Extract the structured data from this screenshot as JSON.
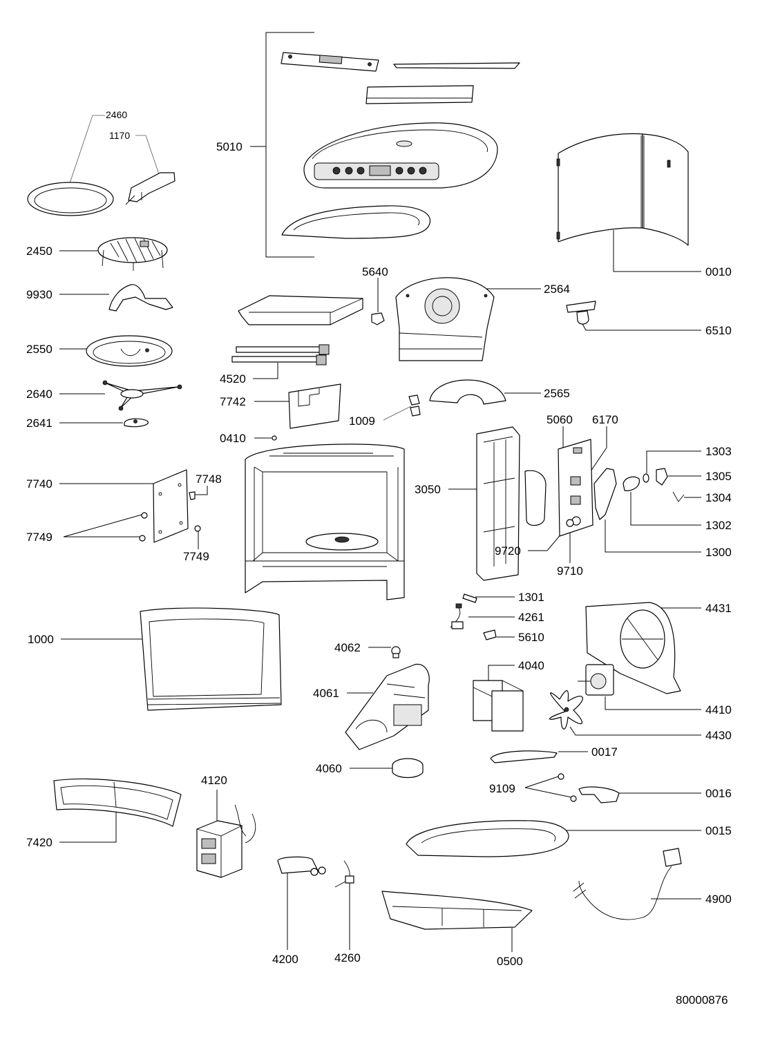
{
  "drawing_number": "80000876",
  "parts": [
    {
      "id": "2460",
      "label": "2460"
    },
    {
      "id": "1170",
      "label": "1170"
    },
    {
      "id": "5010",
      "label": "5010"
    },
    {
      "id": "0010",
      "label": "0010"
    },
    {
      "id": "2450",
      "label": "2450"
    },
    {
      "id": "9930",
      "label": "9930"
    },
    {
      "id": "2550",
      "label": "2550"
    },
    {
      "id": "2640",
      "label": "2640"
    },
    {
      "id": "2641",
      "label": "2641"
    },
    {
      "id": "5640",
      "label": "5640"
    },
    {
      "id": "2564",
      "label": "2564"
    },
    {
      "id": "6510",
      "label": "6510"
    },
    {
      "id": "4520",
      "label": "4520"
    },
    {
      "id": "7742",
      "label": "7742"
    },
    {
      "id": "2565",
      "label": "2565"
    },
    {
      "id": "1009",
      "label": "1009"
    },
    {
      "id": "0410",
      "label": "0410"
    },
    {
      "id": "5060",
      "label": "5060"
    },
    {
      "id": "6170",
      "label": "6170"
    },
    {
      "id": "1303",
      "label": "1303"
    },
    {
      "id": "1305",
      "label": "1305"
    },
    {
      "id": "1304",
      "label": "1304"
    },
    {
      "id": "1302",
      "label": "1302"
    },
    {
      "id": "1300",
      "label": "1300"
    },
    {
      "id": "7740",
      "label": "7740"
    },
    {
      "id": "7748",
      "label": "7748"
    },
    {
      "id": "7749a",
      "label": "7749"
    },
    {
      "id": "7749b",
      "label": "7749"
    },
    {
      "id": "3050",
      "label": "3050"
    },
    {
      "id": "9720",
      "label": "9720"
    },
    {
      "id": "9710",
      "label": "9710"
    },
    {
      "id": "1301",
      "label": "1301"
    },
    {
      "id": "4261",
      "label": "4261"
    },
    {
      "id": "5610",
      "label": "5610"
    },
    {
      "id": "4431",
      "label": "4431"
    },
    {
      "id": "1000",
      "label": "1000"
    },
    {
      "id": "4062",
      "label": "4062"
    },
    {
      "id": "4040",
      "label": "4040"
    },
    {
      "id": "4061",
      "label": "4061"
    },
    {
      "id": "4410",
      "label": "4410"
    },
    {
      "id": "4430",
      "label": "4430"
    },
    {
      "id": "0017",
      "label": "0017"
    },
    {
      "id": "4060",
      "label": "4060"
    },
    {
      "id": "9109",
      "label": "9109"
    },
    {
      "id": "0016",
      "label": "0016"
    },
    {
      "id": "4120",
      "label": "4120"
    },
    {
      "id": "0015",
      "label": "0015"
    },
    {
      "id": "7420",
      "label": "7420"
    },
    {
      "id": "4900",
      "label": "4900"
    },
    {
      "id": "4200",
      "label": "4200"
    },
    {
      "id": "4260",
      "label": "4260"
    },
    {
      "id": "0500",
      "label": "0500"
    }
  ]
}
